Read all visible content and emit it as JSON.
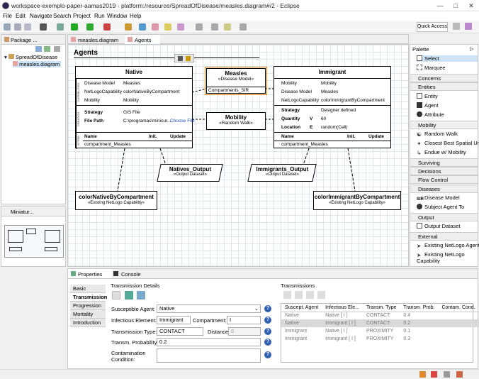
{
  "window": {
    "title": "workspace-exemplo-paper-aamas2019 - platform:/resource/SpreadOfDisease/measles.diagram#/2 - Eclipse"
  },
  "menu": [
    "File",
    "Edit",
    "Navigate",
    "Search",
    "Project",
    "Run",
    "Window",
    "Help"
  ],
  "quick_access": "Quick Access",
  "package_explorer": {
    "title": "Package ...",
    "project": "SpreadOfDisease",
    "file": "measles.diagram"
  },
  "miniature": {
    "title": "Miniatur..."
  },
  "editor_tabs": [
    "measles.diagram",
    "Agents"
  ],
  "diagram": {
    "title": "Agents",
    "native": {
      "name": "Native",
      "side_capabilities": "CAPABILITIES",
      "side_creation": "CREATION",
      "side_attributes": "ATTRIB",
      "caps": [
        [
          "Disease Model",
          "Measles"
        ],
        [
          "NetLogoCapability",
          "colorNativeByCompartment"
        ],
        [
          "Mobility",
          "Mobility"
        ]
      ],
      "strategy": [
        "Strategy",
        "GIS File"
      ],
      "filepath": [
        "File Path",
        "C:\\programas\\minicur...",
        "Choose File"
      ],
      "attr_header": [
        "Name",
        "Init.",
        "Update"
      ],
      "attr_row": "compartment_Measles"
    },
    "measles": {
      "name": "Measles",
      "stereo": "«Disease Model»",
      "attr": "Compartments_SIR"
    },
    "mobility": {
      "name": "Mobility",
      "stereo": "«Random Walk»"
    },
    "immigrant": {
      "name": "Immigrant",
      "caps": [
        [
          "Mobility",
          "Mobility"
        ],
        [
          "Disease Model",
          "Measles"
        ],
        [
          "NetLogoCapability",
          "colorImmigrantByCompartment"
        ]
      ],
      "strategy": [
        "Strategy",
        "Designer defined"
      ],
      "quantity": [
        "Quantity",
        "V",
        "60"
      ],
      "location": [
        "Location",
        "E",
        "random(Cell)"
      ],
      "attr_header": [
        "Name",
        "Init.",
        "Update"
      ],
      "attr_row": "compartment_Measles"
    },
    "natives_output": {
      "name": "Natives_Output",
      "stereo": "«Output Dataset»"
    },
    "immigrants_output": {
      "name": "Immigrants_Output",
      "stereo": "«Output Dataset»"
    },
    "color_native": {
      "name": "colorNativeByCompartment",
      "stereo": "«Existing NetLogo Capability»"
    },
    "color_immigrant": {
      "name": "colorImmigrantByCompartment",
      "stereo": "«Existing NetLogo Capability»"
    }
  },
  "palette": {
    "title": "Palette",
    "tools": [
      "Select",
      "Marquee"
    ],
    "groups": [
      {
        "name": "Concerns"
      },
      {
        "name": "Entities",
        "items": [
          "Entity",
          "Agent",
          "Attribute"
        ]
      },
      {
        "name": "Mobility",
        "items": [
          "Random Walk",
          "Closest Best Spatial Unit",
          "Endue w/ Mobility"
        ]
      },
      {
        "name": "Surviving"
      },
      {
        "name": "Decisions"
      },
      {
        "name": "Flow Control"
      },
      {
        "name": "Diseases",
        "items": [
          "Disease Model",
          "Subject Agent To"
        ]
      },
      {
        "name": "Output",
        "items": [
          "Output Dataset"
        ]
      },
      {
        "name": "External",
        "items": [
          "Existing NetLogo Agent",
          "Existing NetLogo Capability"
        ]
      }
    ]
  },
  "properties": {
    "tab_properties": "Properties",
    "tab_console": "Console",
    "vtabs": [
      "Basic",
      "Transmission",
      "Progression",
      "Mortality",
      "Introduction"
    ],
    "section": "Transmission Details",
    "susceptible_label": "Susceptible Agent:",
    "susceptible_value": "Native",
    "infectious_label": "Infectious Element:",
    "infectious_value": "Immigrant",
    "compartment_label": "Compartment:",
    "compartment_value": "I",
    "type_label": "Transmission Type:",
    "type_value": "CONTACT",
    "distance_label": "Distance:",
    "distance_value": "0",
    "prob_label": "Transm. Probability:",
    "prob_value": "0.2",
    "contam_label": "Contamination Condition:",
    "table_title": "Transmissions",
    "columns": [
      "Suscept. Agent",
      "Infectious Ele...",
      "Transm. Type",
      "Transm. Prob.",
      "Contam. Cond."
    ],
    "rows": [
      [
        "Native",
        "Native [ I ]",
        "CONTACT",
        "0.4",
        ""
      ],
      [
        "Native",
        "Immigrant [ I ]",
        "CONTACT",
        "0.2",
        ""
      ],
      [
        "Immigrant",
        "Native [ I ]",
        "PROXIMITY",
        "0.1",
        ""
      ],
      [
        "Immigrant",
        "Immigrant [ I ]",
        "PROXIMITY",
        "0.3",
        ""
      ]
    ]
  }
}
